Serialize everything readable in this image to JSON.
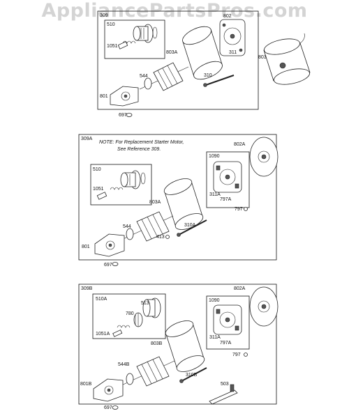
{
  "watermark": "AppliancePartsPros.com",
  "sections": {
    "s1": {
      "code": "309",
      "labels": {
        "510": "510",
        "1051": "1051",
        "803A": "803A",
        "802": "802",
        "311": "311",
        "544": "544",
        "310": "310",
        "801": "801",
        "697": "697",
        "803": "803"
      }
    },
    "s2": {
      "code": "309A",
      "note_line1": "NOTE: For Replacement Starter Motor,",
      "note_line2": "See Reference 309.",
      "labels": {
        "802A": "802A",
        "1090": "1090",
        "510": "510",
        "1051": "1051",
        "803A": "803A",
        "311A": "311A",
        "797A": "797A",
        "797": "797",
        "544": "544",
        "310A": "310A",
        "413": "413",
        "801": "801",
        "697": "697"
      }
    },
    "s3": {
      "code": "309B",
      "labels": {
        "802A": "802A",
        "510A": "510A",
        "513": "513",
        "1090": "1090",
        "780": "780",
        "1051A": "1051A",
        "803B": "803B",
        "311A": "311A",
        "797A": "797A",
        "797": "797",
        "544B": "544B",
        "310B": "310B",
        "503": "503",
        "801B": "801B",
        "697": "697"
      }
    }
  }
}
